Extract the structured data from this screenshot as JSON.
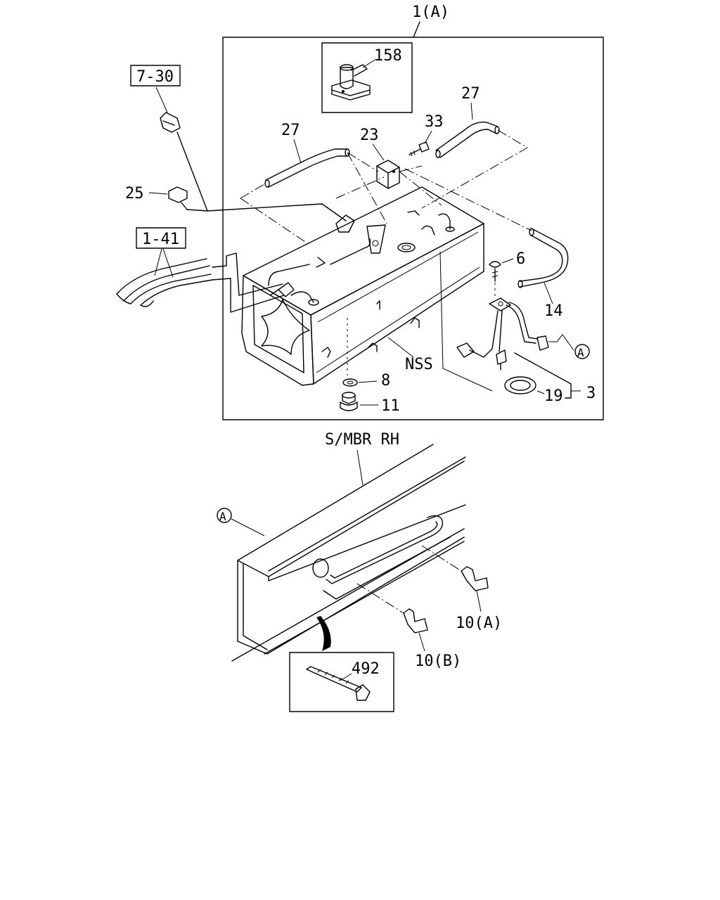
{
  "labels": {
    "main_assembly": "1(A)",
    "part_158": "158",
    "ref_7_30": "7-30",
    "part_27_left": "27",
    "part_27_right": "27",
    "part_23": "23",
    "part_33": "33",
    "part_25": "25",
    "ref_1_41": "1-41",
    "part_6": "6",
    "part_14": "14",
    "callout_a_right": "A",
    "nss": "NSS",
    "part_3": "3",
    "part_8": "8",
    "part_19": "19",
    "part_11": "11",
    "s_mbr_rh": "S/MBR RH",
    "callout_a_lower": "A",
    "part_10a": "10(A)",
    "part_492": "492",
    "part_10b": "10(B)"
  }
}
